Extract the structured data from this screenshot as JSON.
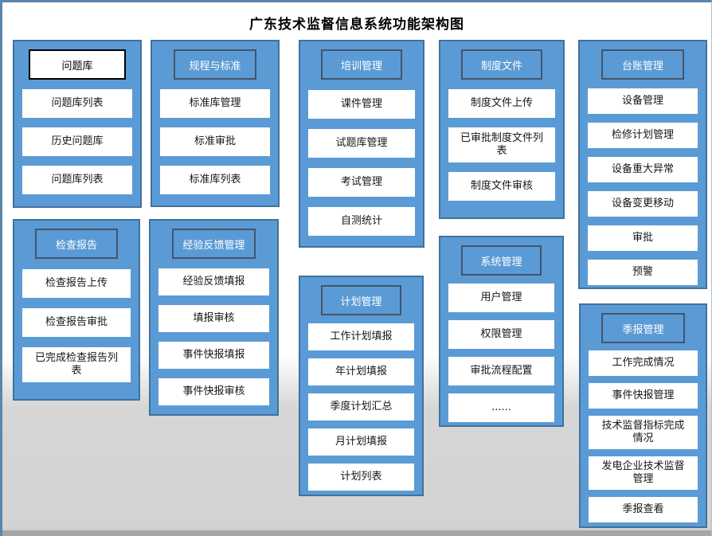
{
  "title": "广东技术监督信息系统功能架构图",
  "colors": {
    "panel_fill": "#5b9bd5",
    "panel_border": "#41719c",
    "header_border": "#44546a",
    "frame_edge": "#5a86ad",
    "footer_strip": "#a6a6a6"
  },
  "panels": [
    {
      "title": "问题库",
      "items": [
        "问题库列表",
        "历史问题库",
        "问题库列表"
      ]
    },
    {
      "title": "规程与标准",
      "items": [
        "标准库管理",
        "标准审批",
        "标准库列表"
      ]
    },
    {
      "title": "培训管理",
      "items": [
        "课件管理",
        "试题库管理",
        "考试管理",
        "自测统计"
      ]
    },
    {
      "title": "制度文件",
      "items": [
        "制度文件上传",
        "已审批制度文件列表",
        "制度文件审核"
      ]
    },
    {
      "title": "台账管理",
      "items": [
        "设备管理",
        "检修计划管理",
        "设备重大异常",
        "设备变更移动",
        "审批",
        "预警"
      ]
    },
    {
      "title": "检查报告",
      "items": [
        "检查报告上传",
        "检查报告审批",
        "已完成检查报告列表"
      ]
    },
    {
      "title": "经验反馈管理",
      "items": [
        "经验反馈填报",
        "填报审核",
        "事件快报填报",
        "事件快报审核"
      ]
    },
    {
      "title": "计划管理",
      "items": [
        "工作计划填报",
        "年计划填报",
        "季度计划汇总",
        "月计划填报",
        "计划列表"
      ]
    },
    {
      "title": "系统管理",
      "items": [
        "用户管理",
        "权限管理",
        "审批流程配置",
        "......"
      ]
    },
    {
      "title": "季报管理",
      "items": [
        "工作完成情况",
        "事件快报管理",
        "技术监督指标完成情况",
        "发电企业技术监督管理",
        "季报查看"
      ]
    }
  ]
}
